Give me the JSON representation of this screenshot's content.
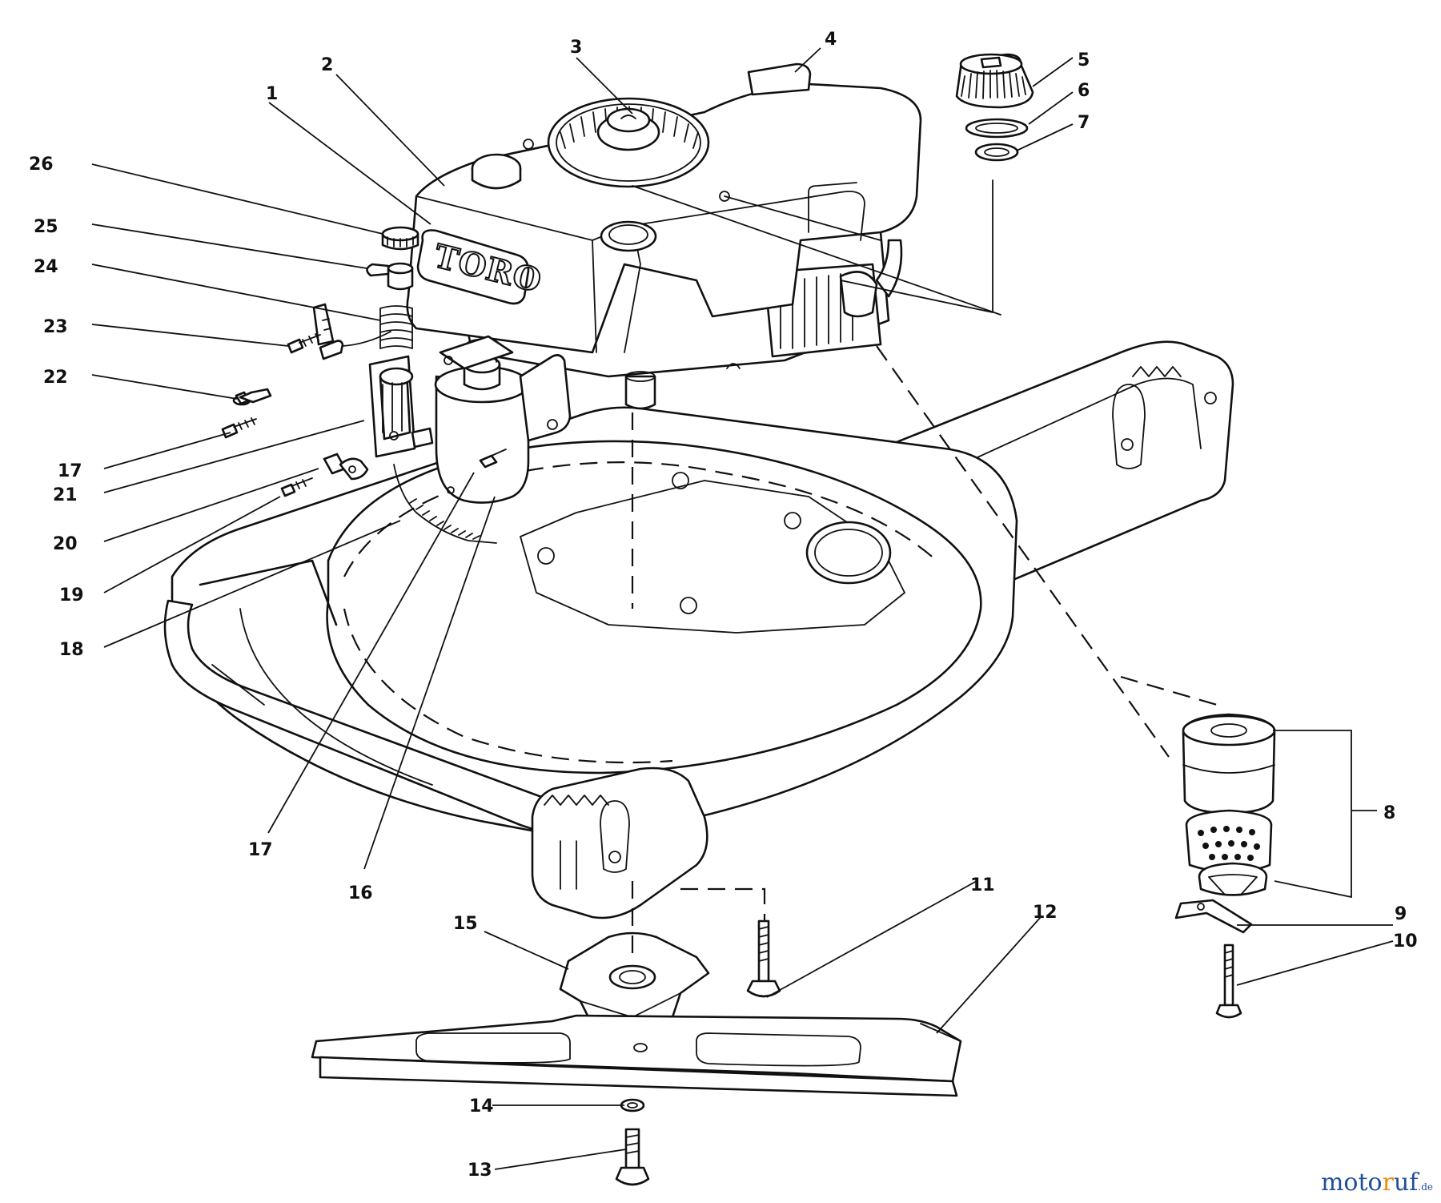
{
  "diagram": {
    "brand_logo": "TORO",
    "callouts": [
      {
        "id": "1",
        "label": "1"
      },
      {
        "id": "2",
        "label": "2"
      },
      {
        "id": "3",
        "label": "3"
      },
      {
        "id": "4",
        "label": "4"
      },
      {
        "id": "5",
        "label": "5"
      },
      {
        "id": "6",
        "label": "6"
      },
      {
        "id": "7",
        "label": "7"
      },
      {
        "id": "8",
        "label": "8"
      },
      {
        "id": "9",
        "label": "9"
      },
      {
        "id": "10",
        "label": "10"
      },
      {
        "id": "11",
        "label": "11"
      },
      {
        "id": "12",
        "label": "12"
      },
      {
        "id": "13",
        "label": "13"
      },
      {
        "id": "14",
        "label": "14"
      },
      {
        "id": "15",
        "label": "15"
      },
      {
        "id": "16",
        "label": "16"
      },
      {
        "id": "17a",
        "label": "17"
      },
      {
        "id": "17b",
        "label": "17"
      },
      {
        "id": "18",
        "label": "18"
      },
      {
        "id": "19",
        "label": "19"
      },
      {
        "id": "20",
        "label": "20"
      },
      {
        "id": "21",
        "label": "21"
      },
      {
        "id": "22",
        "label": "22"
      },
      {
        "id": "23",
        "label": "23"
      },
      {
        "id": "24",
        "label": "24"
      },
      {
        "id": "25",
        "label": "25"
      },
      {
        "id": "26",
        "label": "26"
      }
    ]
  },
  "watermark": {
    "text_start": "moto",
    "text_accent": "r",
    "text_end": "uf",
    "suffix": ".de"
  },
  "colors": {
    "line": "#111111",
    "background": "#ffffff",
    "watermark_blue": "#1f4f9a",
    "watermark_orange": "#f08a12"
  }
}
